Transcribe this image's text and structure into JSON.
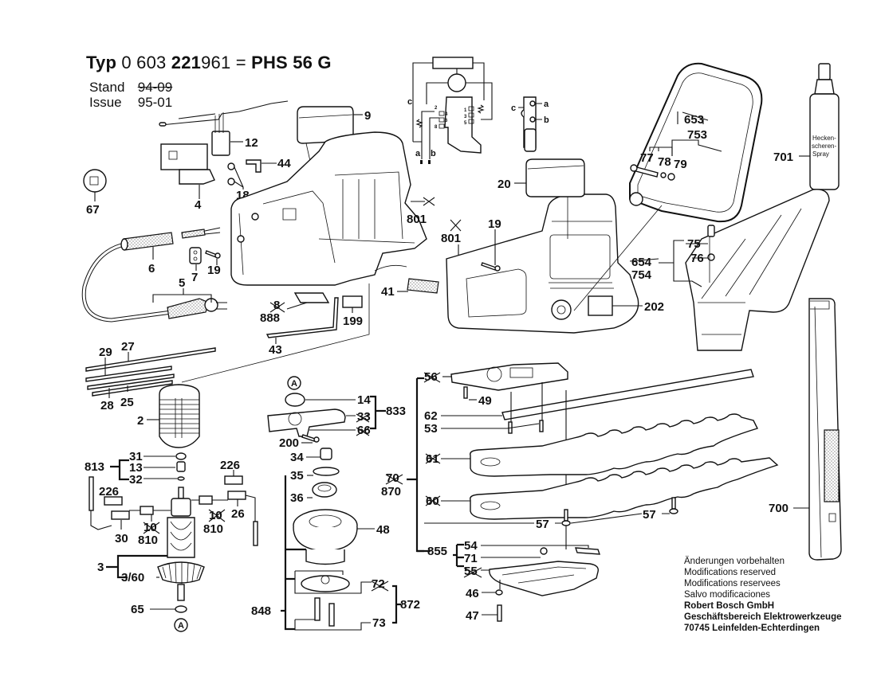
{
  "header": {
    "typ_label": "Typ",
    "part_number_light_1": "0 603",
    "part_number_bold": "221",
    "part_number_light_2": "961",
    "equals": "=",
    "model": "PHS 56 G",
    "stand_label": "Stand",
    "stand_value_struck": "94-09",
    "issue_label": "Issue",
    "issue_value": "95-01"
  },
  "notes": {
    "lines": [
      "Änderungen vorbehalten",
      "Modifications reserved",
      "Modifications reservees",
      "Salvo modificaciones"
    ],
    "company": "Robert Bosch GmbH",
    "division": "Geschäftsbereich Elektrowerkzeuge",
    "address": "70745 Leinfelden-Echterdingen"
  },
  "wiring": {
    "terminal_labels": [
      "a",
      "b",
      "c"
    ],
    "pin_labels": [
      "2",
      "4",
      "6",
      "8",
      "1",
      "3",
      "5"
    ],
    "switch_pin_labels": [
      "2",
      "8"
    ]
  },
  "spray_can": {
    "text_lines": [
      "Hecken-",
      "scheren-",
      "Spray"
    ]
  },
  "reference_marker": "A",
  "parts": {
    "p9": "9",
    "p12": "12",
    "p44": "44",
    "p4": "4",
    "p18": "18",
    "p67": "67",
    "p801a": "801",
    "p801b": "801",
    "p20": "20",
    "p19a": "19",
    "p19b": "19",
    "p6": "6",
    "p7": "7",
    "p5": "5",
    "p8": "8",
    "p888": "888",
    "p199": "199",
    "p43": "43",
    "p41": "41",
    "p202": "202",
    "p653": "653",
    "p753": "753",
    "p77": "77",
    "p78": "78",
    "p79": "79",
    "p701": "701",
    "p75": "75",
    "p76": "76",
    "p654": "654",
    "p754": "754",
    "p29": "29",
    "p27": "27",
    "p28": "28",
    "p25": "25",
    "p2": "2",
    "p31": "31",
    "p813": "813",
    "p13": "13",
    "p32": "32",
    "p226a": "226",
    "p226b": "226",
    "p30": "30",
    "p10a": "10",
    "p810a": "810",
    "p10b": "10",
    "p810b": "810",
    "p26": "26",
    "p3": "3",
    "p3_60": "3/60",
    "p65": "65",
    "p14": "14",
    "p33": "33",
    "p833": "833",
    "p66": "66",
    "p200": "200",
    "p34": "34",
    "p35": "35",
    "p36": "36",
    "p48": "48",
    "p72": "72",
    "p872": "872",
    "p848": "848",
    "p73": "73",
    "p70": "70",
    "p870": "870",
    "p56": "56",
    "p49": "49",
    "p62": "62",
    "p53": "53",
    "p61": "61",
    "p60": "60",
    "p57a": "57",
    "p57b": "57",
    "p855": "855",
    "p54": "54",
    "p71": "71",
    "p55": "55",
    "p46": "46",
    "p47": "47",
    "p700": "700"
  }
}
